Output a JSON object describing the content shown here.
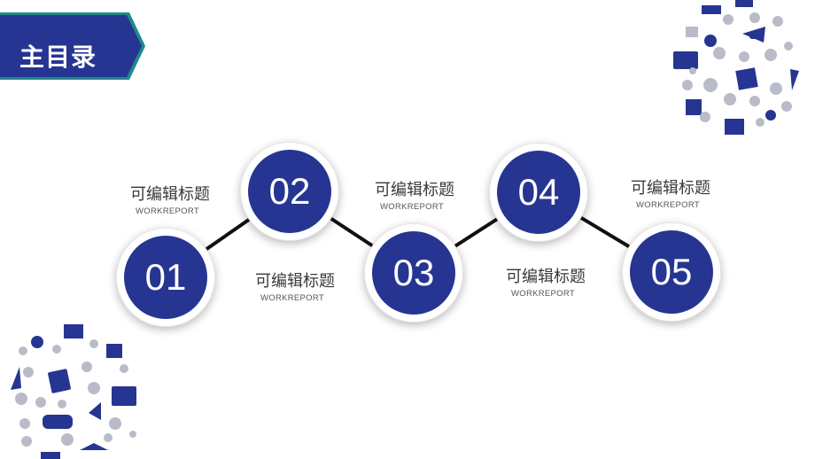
{
  "header": {
    "title": "主目录"
  },
  "colors": {
    "accent": "#263592",
    "banner_border": "#1f8a8a",
    "connector": "#111111"
  },
  "steps": [
    {
      "number": "01"
    },
    {
      "number": "02"
    },
    {
      "number": "03"
    },
    {
      "number": "04"
    },
    {
      "number": "05"
    }
  ],
  "labels": [
    {
      "title": "可编辑标题",
      "subtitle": "WORKREPORT"
    },
    {
      "title": "可编辑标题",
      "subtitle": "WORKREPORT"
    },
    {
      "title": "可编辑标题",
      "subtitle": "WORKREPORT"
    },
    {
      "title": "可编辑标题",
      "subtitle": "WORKREPORT"
    },
    {
      "title": "可编辑标题",
      "subtitle": "WORKREPORT"
    }
  ],
  "decorations": [
    {
      "icon": "school-supplies-cluster-icon"
    },
    {
      "icon": "school-supplies-cluster-icon"
    }
  ]
}
